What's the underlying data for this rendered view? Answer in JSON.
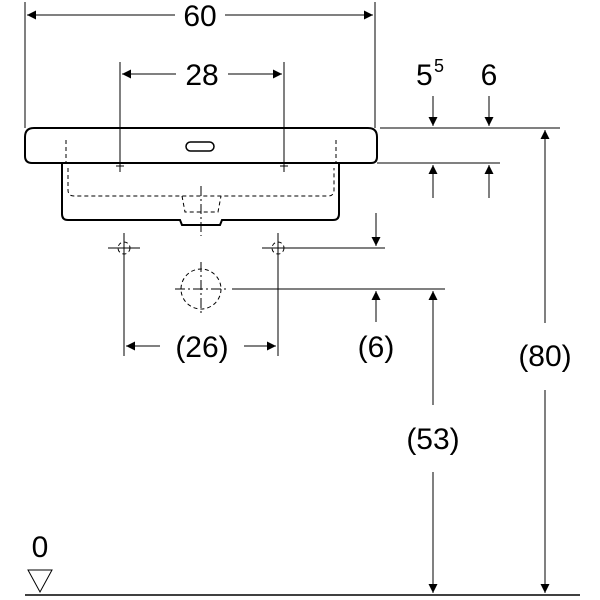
{
  "dimensions": {
    "overall_width": "60",
    "tap_hole_spacing": "28",
    "rim_thickness_base": "5",
    "rim_thickness_sup": "5",
    "rim_overhang": "6",
    "connection_spacing": "(26)",
    "offset_below": "(6)",
    "waste_height": "(53)",
    "rim_height": "(80)",
    "floor_level": "0"
  }
}
